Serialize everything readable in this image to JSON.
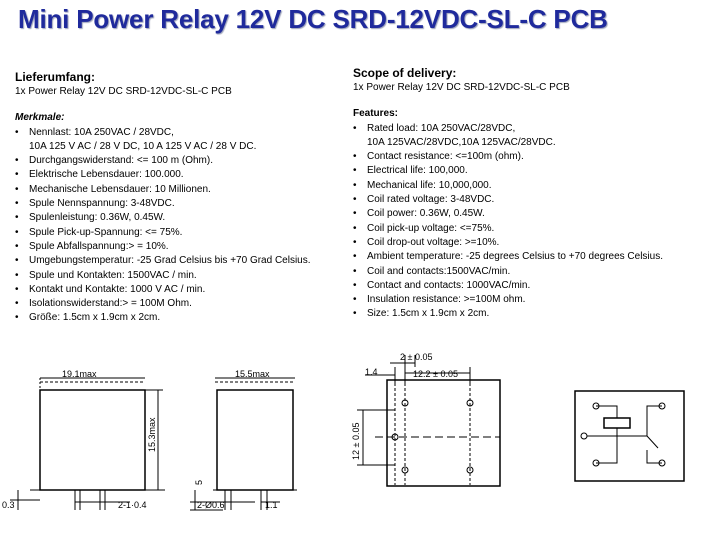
{
  "title": "Mini Power Relay 12V DC SRD-12VDC-SL-C PCB",
  "de": {
    "delivery_heading": "Lieferumfang:",
    "delivery_item": "1x Power Relay 12V DC SRD-12VDC-SL-C PCB",
    "features_heading": "Merkmale:",
    "features": [
      {
        "line1": "Nennlast: 10A 250VAC / 28VDC,",
        "line2": "10A 125 V AC / 28 V DC, 10 A 125 V AC / 28 V DC."
      },
      {
        "line1": "Durchgangswiderstand: <= 100 m (Ohm)."
      },
      {
        "line1": "Elektrische Lebensdauer: 100.000."
      },
      {
        "line1": "Mechanische Lebensdauer: 10 Millionen."
      },
      {
        "line1": "Spule Nennspannung: 3-48VDC."
      },
      {
        "line1": "Spulenleistung: 0.36W, 0.45W."
      },
      {
        "line1": "Spule Pick-up-Spannung: <= 75%."
      },
      {
        "line1": "Spule Abfallspannung:> = 10%."
      },
      {
        "line1": "Umgebungstemperatur: -25 Grad Celsius bis +70 Grad Celsius."
      },
      {
        "line1": "Spule und Kontakten: 1500VAC / min."
      },
      {
        "line1": "Kontakt und Kontakte: 1000 V AC / min."
      },
      {
        "line1": "Isolationswiderstand:> = 100M Ohm."
      },
      {
        "line1": "Größe: 1.5cm x 1.9cm x 2cm."
      }
    ]
  },
  "en": {
    "delivery_heading": "Scope of delivery:",
    "delivery_item": "1x Power Relay 12V DC SRD-12VDC-SL-C PCB",
    "features_heading": "Features:",
    "features": [
      {
        "line1": "Rated load: 10A 250VAC/28VDC,",
        "line2": "10A 125VAC/28VDC,10A 125VAC/28VDC."
      },
      {
        "line1": "Contact resistance: <=100m (ohm)."
      },
      {
        "line1": "Electrical life: 100,000."
      },
      {
        "line1": "Mechanical life: 10,000,000."
      },
      {
        "line1": "Coil rated voltage: 3-48VDC."
      },
      {
        "line1": "Coil power: 0.36W, 0.45W."
      },
      {
        "line1": "Coil pick-up voltage: <=75%."
      },
      {
        "line1": "Coil drop-out voltage: >=10%."
      },
      {
        "line1": "Ambient temperature: -25 degrees Celsius to +70 degrees Celsius."
      },
      {
        "line1": "Coil and contacts:1500VAC/min."
      },
      {
        "line1": "Contact and contacts: 1000VAC/min."
      },
      {
        "line1": "Insulation resistance: >=100M ohm."
      },
      {
        "line1": "Size: 1.5cm x 1.9cm x 2cm."
      }
    ]
  },
  "drawings": {
    "front": {
      "width": "19.1max",
      "height": "15.3max",
      "pin_offset": "0.3",
      "pin_pitch": "2-1·0.4"
    },
    "side": {
      "width": "15.5max",
      "pin_len": "5",
      "pin_dia": "2-Ø0.6",
      "pin_w": "1.1"
    },
    "pcb": {
      "edge": "1.4",
      "pitch_top": "2 ± 0.05",
      "pitch_wide": "12.2 ± 0.05",
      "pitch_vert": "12 ± 0.05"
    }
  },
  "colors": {
    "title": "#1f2a9c"
  }
}
